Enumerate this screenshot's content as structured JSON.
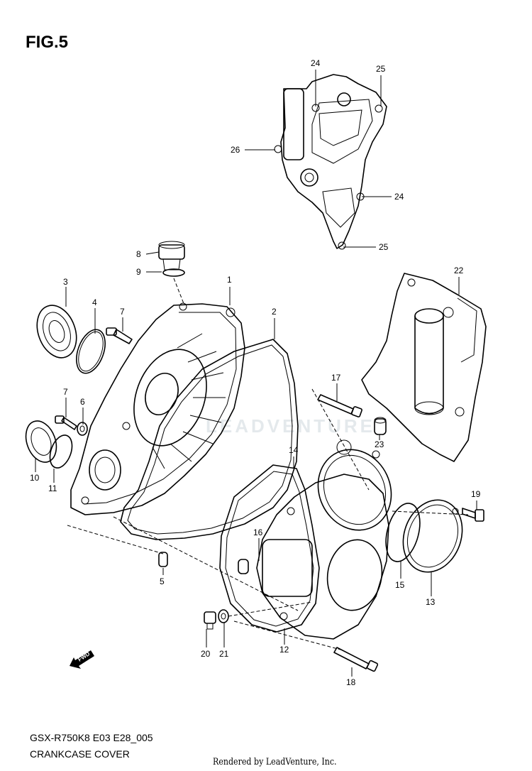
{
  "figure": {
    "title": "FIG.5",
    "model_code": "GSX-R750K8 E03 E28_005",
    "section_name": "CRANKCASE COVER",
    "render_credit": "Rendered by LeadVenture, Inc.",
    "watermark": "LEADVENTURE",
    "fwd_label": "FWD"
  },
  "callouts": {
    "c1": "1",
    "c2": "2",
    "c3": "3",
    "c4": "4",
    "c5": "5",
    "c6": "6",
    "c7a": "7",
    "c7b": "7",
    "c8": "8",
    "c9": "9",
    "c10": "10",
    "c11": "11",
    "c12": "12",
    "c13": "13",
    "c14": "14",
    "c15": "15",
    "c16": "16",
    "c17": "17",
    "c18": "18",
    "c19": "19",
    "c20": "20",
    "c21": "21",
    "c22": "22",
    "c23": "23",
    "c24a": "24",
    "c24b": "24",
    "c25a": "25",
    "c25b": "25",
    "c26": "26"
  }
}
